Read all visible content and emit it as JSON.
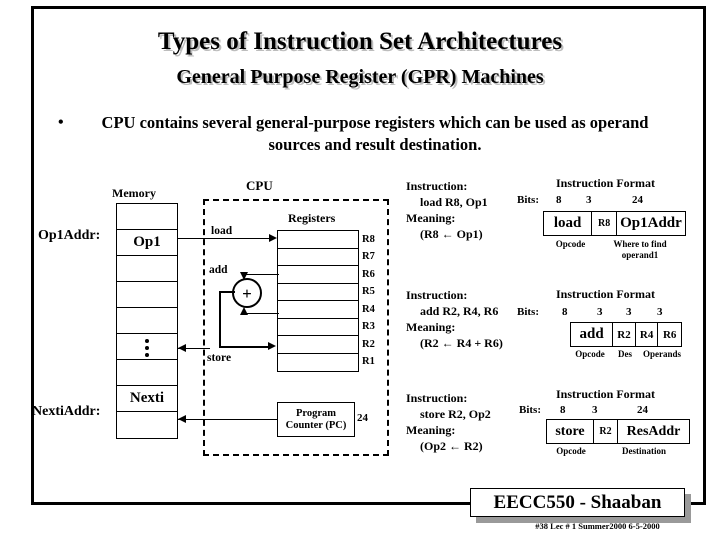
{
  "slide": {
    "title": "Types of Instruction Set Architectures",
    "subtitle": "General Purpose Register (GPR) Machines",
    "bullet_marker": "•",
    "bullet_text": "CPU contains several general-purpose registers which can be used as operand sources and result destination."
  },
  "memory": {
    "heading": "Memory",
    "op1_addr_label": "Op1Addr:",
    "op1_value": "Op1",
    "nexti_addr_label": "NextiAddr:",
    "nexti_value": "Nexti",
    "cells": [
      "",
      "Op1",
      "",
      "",
      "",
      "⋮",
      "",
      "Nexti",
      ""
    ]
  },
  "cpu": {
    "heading": "CPU",
    "registers_heading": "Registers",
    "register_labels": [
      "R8",
      "R7",
      "R6",
      "R5",
      "R4",
      "R3",
      "R2",
      "R1"
    ],
    "load_label": "load",
    "add_label": "add",
    "store_label": "store",
    "adder_symbol": "+",
    "pc_line1": "Program",
    "pc_line2": "Counter (PC)",
    "pc_bits": "24"
  },
  "instructions": [
    {
      "instr_label": "Instruction:",
      "instr_text": "load R8, Op1",
      "meaning_label": "Meaning:",
      "meaning_text": "(R8  ←  Op1)",
      "format_title": "Instruction Format",
      "bits_label": "Bits:",
      "bits": [
        "8",
        "3",
        "24"
      ],
      "fields": [
        "load",
        "R8",
        "Op1Addr"
      ],
      "sub_left": "Opcode",
      "sub_right": "Where to find operand1"
    },
    {
      "instr_label": "Instruction:",
      "instr_text": "add R2, R4, R6",
      "meaning_label": "Meaning:",
      "meaning_text": "(R2  ←  R4 + R6)",
      "format_title": "Instruction Format",
      "bits_label": "Bits:",
      "bits": [
        "8",
        "3",
        "3",
        "3"
      ],
      "fields": [
        "add",
        "R2",
        "R4",
        "R6"
      ],
      "sub_left": "Opcode",
      "sub_mid": "Des",
      "sub_right": "Operands"
    },
    {
      "instr_label": "Instruction:",
      "instr_text": "store R2, Op2",
      "meaning_label": "Meaning:",
      "meaning_text": "(Op2  ←  R2)",
      "format_title": "Instruction Format",
      "bits_label": "Bits:",
      "bits": [
        "8",
        "3",
        "24"
      ],
      "fields": [
        "store",
        "R2",
        "ResAddr"
      ],
      "sub_left": "Opcode",
      "sub_right": "Destination"
    }
  ],
  "footer": {
    "course": "EECC550 - Shaaban",
    "meta": "#38   Lec # 1    Summer2000   6-5-2000"
  },
  "colors": {
    "ink": "#000000",
    "title_shadow": "#bdbdbd",
    "footer_shadow": "#9a9a9a",
    "background": "#ffffff"
  }
}
